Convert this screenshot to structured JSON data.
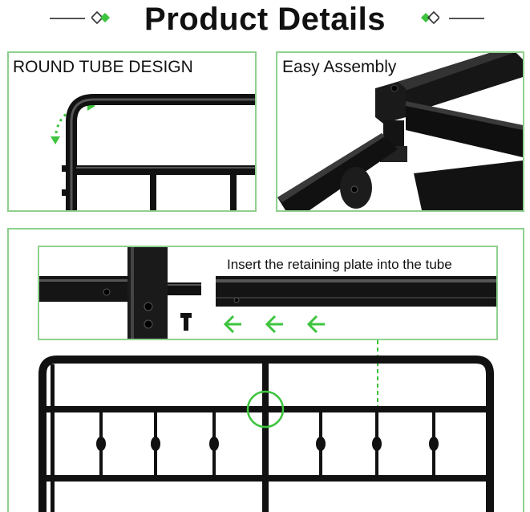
{
  "header": {
    "title": "Product Details"
  },
  "panels": {
    "round_tube": {
      "label": "ROUND TUBE DESIGN"
    },
    "easy_assembly": {
      "label": "Easy Assembly"
    },
    "insert": {
      "label": "Insert the retaining plate into the tube"
    }
  },
  "colors": {
    "accent_green": "#3ec43e",
    "border_green": "#8fd18f",
    "metal": "#111111"
  },
  "icons": [
    "diamond-ornament-icon",
    "curved-arrow-icon",
    "left-arrow-icon"
  ]
}
